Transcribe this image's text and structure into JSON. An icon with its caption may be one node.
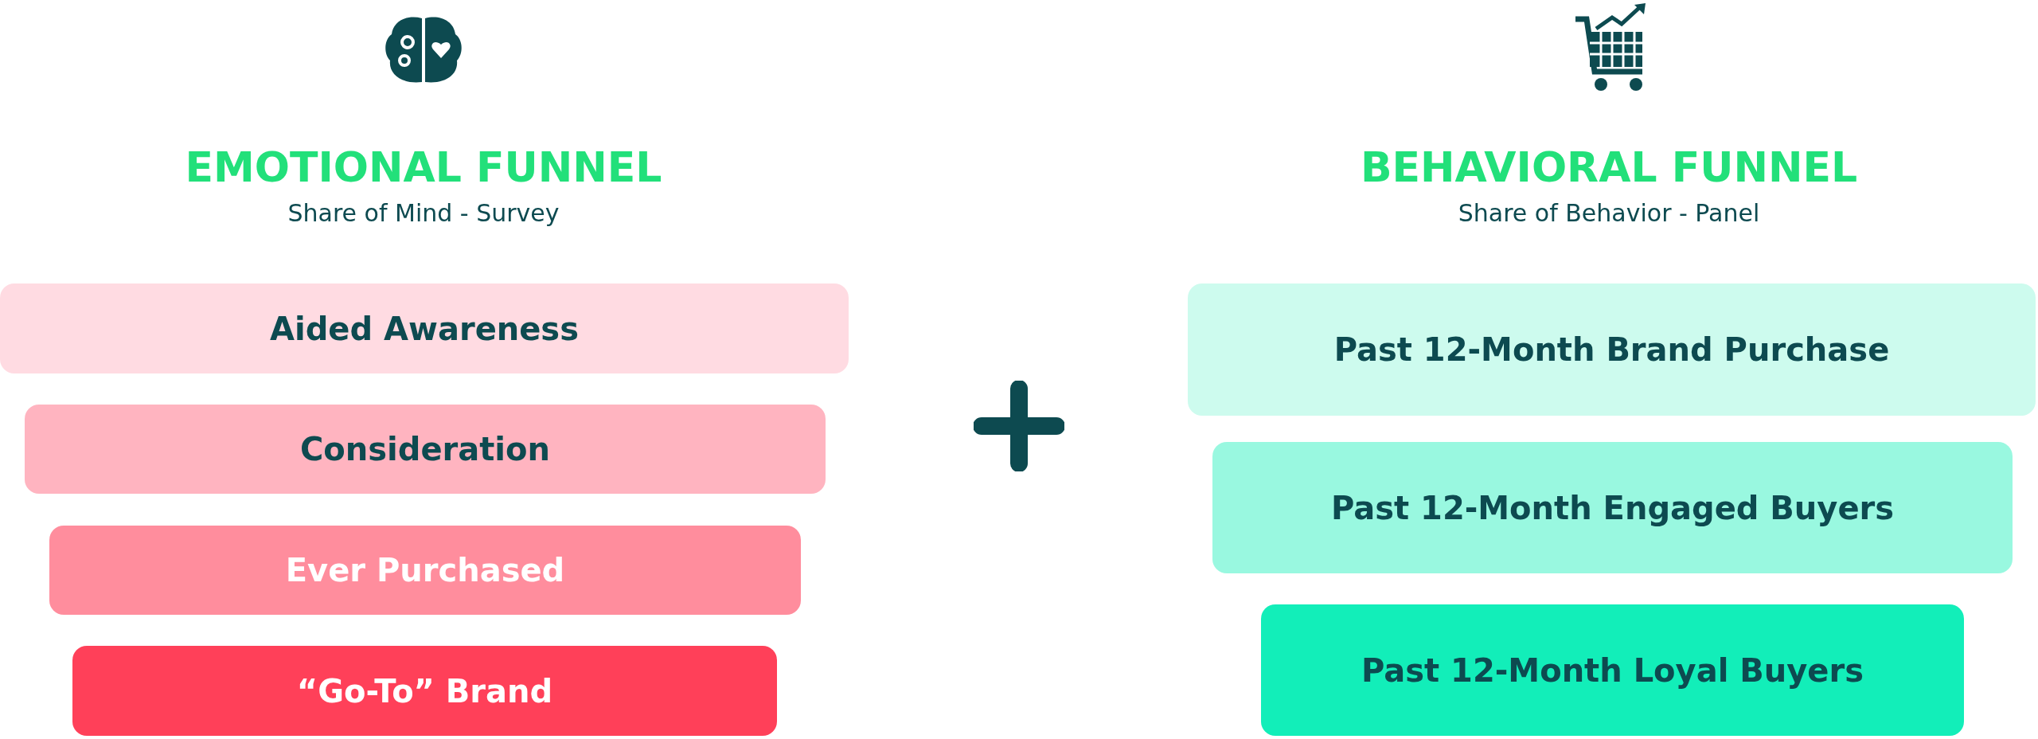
{
  "diagram": {
    "nodes": [
      {
        "text": [
          "Aided Awareness"
        ]
      },
      {
        "text": [
          "Consideration"
        ]
      },
      {
        "text": [
          "Ever Purchased"
        ]
      },
      {
        "text": [
          "“Go-To” Brand"
        ]
      },
      {
        "text": [
          "Past 12-Month Brand Purchase"
        ]
      },
      {
        "text": [
          "Past 12-Month Engaged Buyers"
        ]
      },
      {
        "text": [
          "Past 12-Month Loyal Buyers"
        ]
      }
    ],
    "labels": [
      "EMOTIONAL FUNNEL",
      "Share of Mind - Survey",
      "BEHAVIORAL FUNNEL",
      "Share of Behavior - Panel"
    ]
  }
}
